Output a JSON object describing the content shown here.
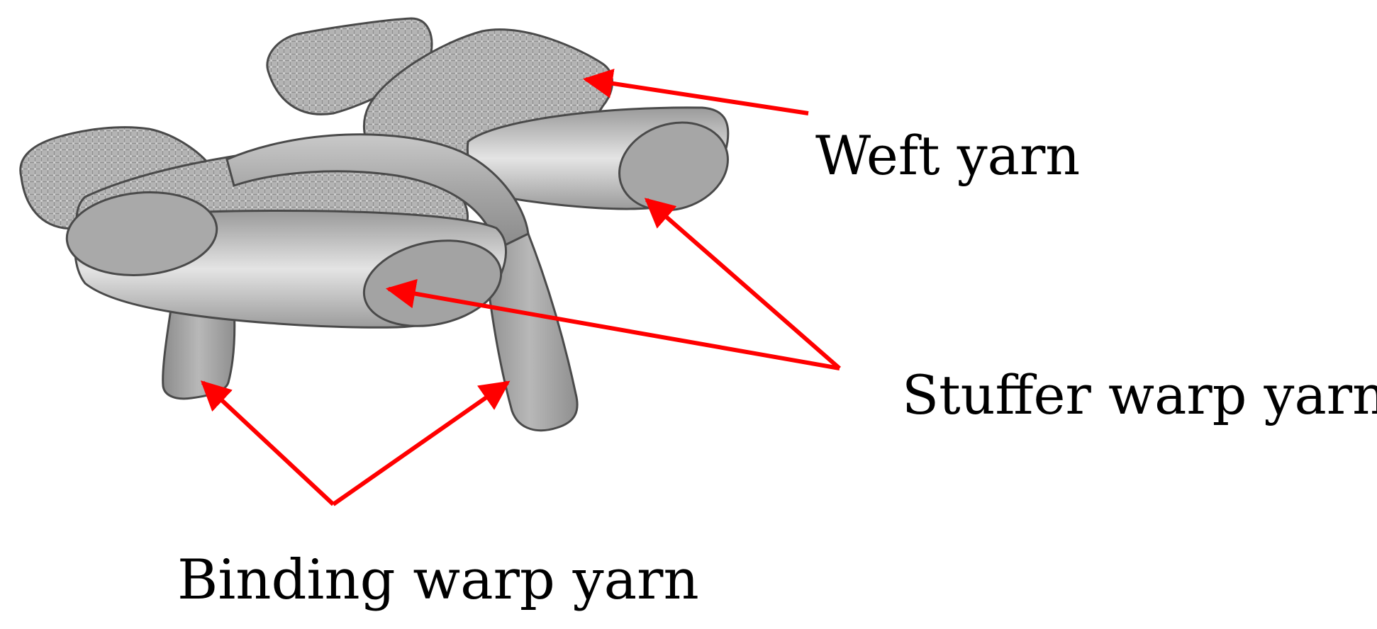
{
  "labels": {
    "weft": "Weft yarn",
    "stuffer": "Stuffer warp yarn",
    "binding": "Binding warp yarn"
  },
  "colors": {
    "arrow": "#ff0000",
    "yarn_fill": "#a9a9a9",
    "yarn_dark": "#7a7a7a",
    "yarn_outline": "#4a4a4a"
  }
}
